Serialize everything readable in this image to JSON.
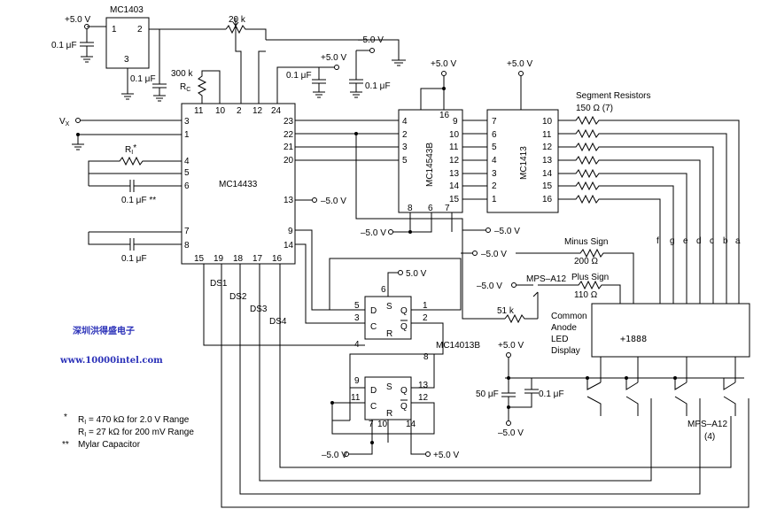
{
  "chips": {
    "mc1403": "MC1403",
    "mc14433": "MC14433",
    "mc14543b": "MC14543B",
    "mc1413": "MC1413",
    "mc14013b": "MC14013B"
  },
  "supplies": {
    "pos": "+5.0 V",
    "neg": "–5.0 V",
    "pos_b": "5.0 V"
  },
  "components": {
    "pot": "20 k",
    "c_01": "0.1 μF",
    "c_50": "50 μF",
    "rc_val": "300 k",
    "rc": "R",
    "rc_sub": "C",
    "ri": "R",
    "ri_sub": "I",
    "ri_mark": "*",
    "c_mylar": "0.1 μF **",
    "r51": "51 k",
    "vx": "V",
    "vx_sub": "X"
  },
  "labels": {
    "segment_resistors": "Segment Resistors",
    "segment_value": "150 Ω (7)",
    "minus_sign": "Minus Sign",
    "r200": "200 Ω",
    "plus_sign": "Plus Sign",
    "r110": "110 Ω",
    "mps_a12": "MPS–A12",
    "mps_a12_count": "(4)",
    "common": "Common",
    "anode": "Anode",
    "led": "LED",
    "display": "Display",
    "display_text": "+1888",
    "ds1": "DS1",
    "ds2": "DS2",
    "ds3": "DS3",
    "ds4": "DS4",
    "seg_f": "f",
    "seg_g": "g",
    "seg_e": "e",
    "seg_d": "d",
    "seg_c": "c",
    "seg_b": "b",
    "seg_a": "a"
  },
  "footnotes": {
    "n1_mark": "*",
    "n1a_r": "R",
    "n1a_sub": "I",
    "n1a_text": " = 470 kΩ for 2.0 V Range",
    "n1b_r": "R",
    "n1b_sub": "I",
    "n1b_text": " = 27 kΩ for 200 mV Range",
    "n2_mark": "**",
    "n2_text": "Mylar Capacitor"
  },
  "watermark": {
    "cn": "深圳洪得盛电子",
    "url": "www.10000intel.com"
  },
  "colors": {
    "line": "#000000",
    "watermark": "#2a30b8"
  }
}
